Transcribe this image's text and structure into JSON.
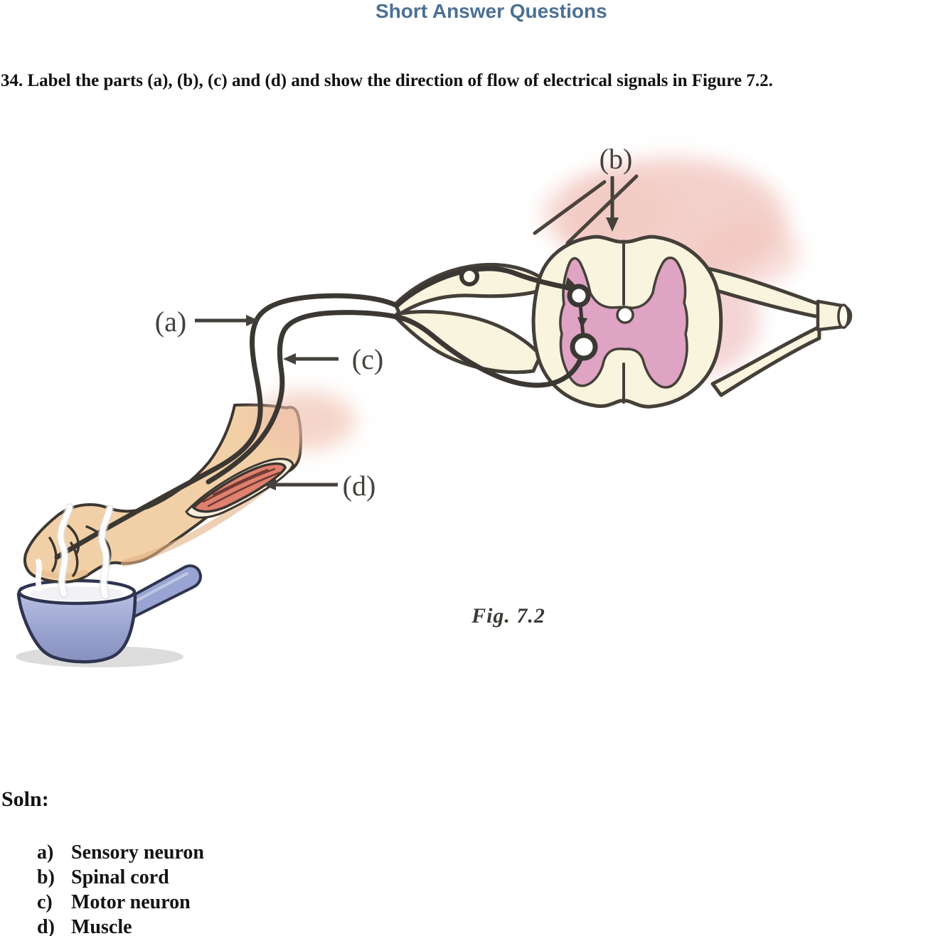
{
  "page": {
    "title": "Short Answer Questions",
    "question": "34. Label the parts (a), (b), (c) and (d) and show the direction of flow of electrical signals in Figure 7.2.",
    "soln_label": "Soln:",
    "answers": [
      {
        "letter": "a)",
        "text": "Sensory neuron"
      },
      {
        "letter": "b)",
        "text": "Spinal cord"
      },
      {
        "letter": "c)",
        "text": "Motor neuron"
      },
      {
        "letter": "d)",
        "text": "Muscle"
      }
    ]
  },
  "figure": {
    "caption": "Fig. 7.2",
    "labels": {
      "a": "(a)",
      "b": "(b)",
      "c": "(c)",
      "d": "(d)"
    },
    "colors": {
      "title_blue": "#4b7095",
      "outline_dark": "#3c3731",
      "cord_cream": "#f8f4dd",
      "gray_matter_pink": "#dfa3c3",
      "body_shading_pink": "#f2c6bf",
      "skin": "#f2d0a7",
      "muscle_red": "#e0806f",
      "pan_blue": "#a3acd6",
      "steam_white": "#ffffff"
    }
  }
}
